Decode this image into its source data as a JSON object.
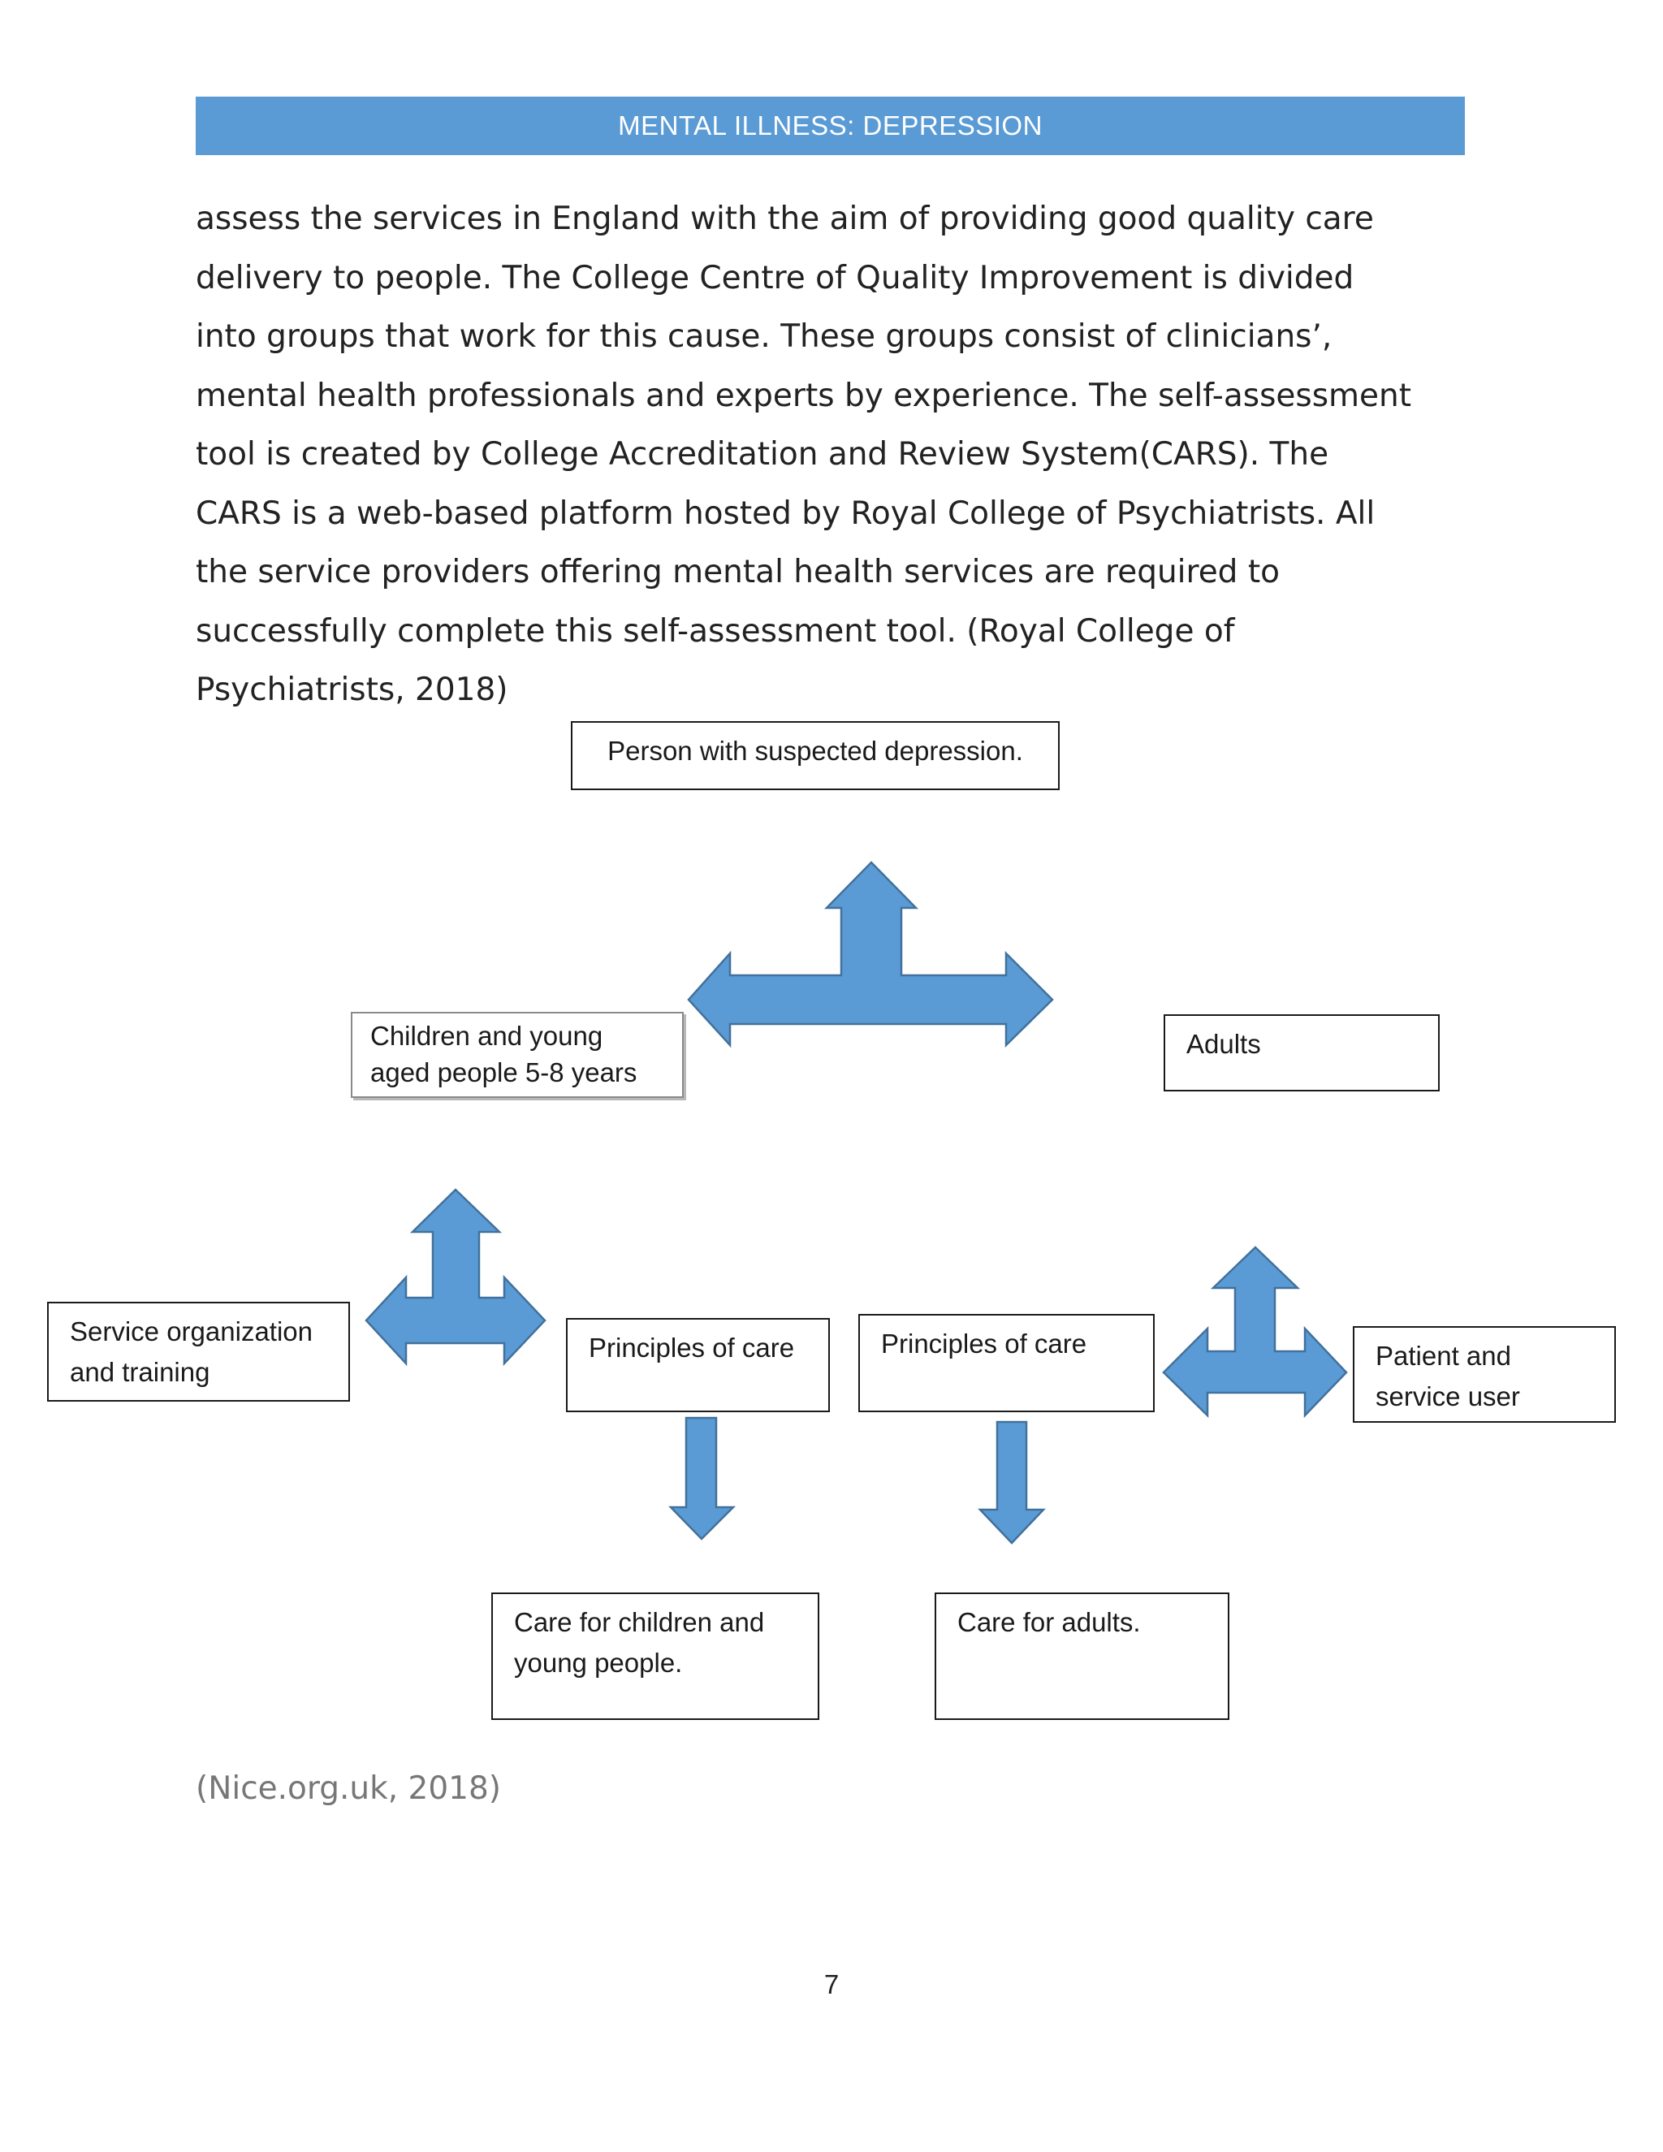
{
  "header": {
    "title": "MENTAL ILLNESS: DEPRESSION"
  },
  "body": {
    "paragraph": "assess the services in England with the aim of providing good quality care\ndelivery to people. The College Centre of Quality Improvement is divided\ninto groups that work for this cause. These groups consist of clinicians’,\nmental health professionals and experts by experience. The self-assessment\ntool is created by College Accreditation and Review System(CARS). The\nCARS is a web-based platform hosted by Royal College of Psychiatrists. All\nthe service providers offering mental health services are required to\nsuccessfully complete this self-assessment tool. (Royal College of\nPsychiatrists, 2018)"
  },
  "diagram": {
    "root": "Person with suspected depression.",
    "children_group": "Children and young aged people 5-8 years",
    "adults_group": "Adults",
    "service_org": "Service organization and training",
    "principles_children": "Principles of care",
    "principles_adults": "Principles of care",
    "patient_user": "Patient and service user",
    "care_children": "Care for children and young people.",
    "care_adults": "Care for adults."
  },
  "citation": "(Nice.org.uk, 2018)",
  "page_number": "7",
  "colors": {
    "header_bar": "#5b9bd5",
    "arrow_fill": "#5b9bd5",
    "arrow_stroke": "#41719c"
  }
}
